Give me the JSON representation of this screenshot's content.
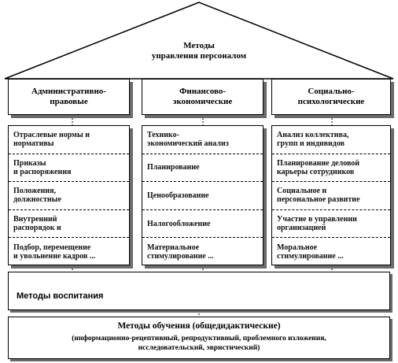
{
  "roof_title": [
    "Методы",
    "управления персоналом"
  ],
  "categories": [
    {
      "title": [
        "Административно-",
        "правовые"
      ],
      "items": [
        [
          "Отраслевые нормы и",
          "нормативы"
        ],
        [
          "Приказы",
          "и распоряжения"
        ],
        [
          "Положения,",
          "должностные"
        ],
        [
          "Внутренний",
          "распорядок и"
        ],
        [
          "Подбор, перемещение",
          "и увольнение кадров ..."
        ]
      ]
    },
    {
      "title": [
        "Финансово-",
        "экономические"
      ],
      "items": [
        [
          "Технико-",
          "экономический анализ"
        ],
        [
          "Планирование"
        ],
        [
          "Ценообразование"
        ],
        [
          "Налогообложение"
        ],
        [
          "Материальное",
          "стимулирование ..."
        ]
      ]
    },
    {
      "title": [
        "Социально-",
        "психологические"
      ],
      "items": [
        [
          "Анализ коллектива,",
          "групп и индивидов"
        ],
        [
          "Планирование деловой",
          "карьеры сотрудников"
        ],
        [
          "Социальное и",
          "персональное развитие"
        ],
        [
          "Участие в управлении",
          "организацией"
        ],
        [
          "Моральное",
          "стимулирование ..."
        ]
      ]
    }
  ],
  "education_methods": "Методы воспитания",
  "training_methods": {
    "title": "Методы обучения (общедидактические)",
    "subtitle": [
      "(информационно-рецептивный, репродуктивный, проблемного изложения,",
      "исследовательский, эвристический)"
    ]
  }
}
